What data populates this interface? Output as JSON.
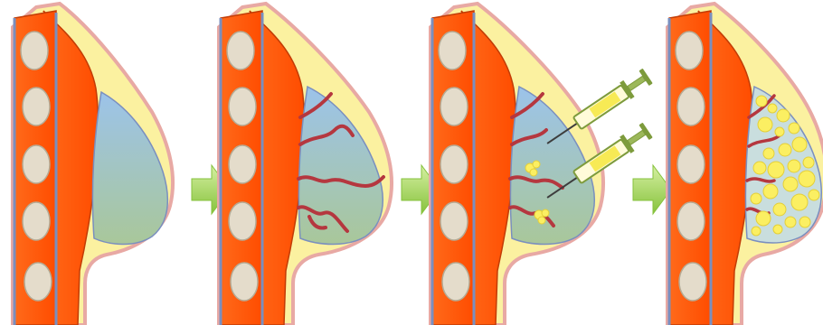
{
  "colors": {
    "background": "#ffffff",
    "skin_outline": "#e8a9a4",
    "fat_layer": "#fbf1a0",
    "fat_layer_edge": "#e7d36b",
    "muscle": "#ff5a0a",
    "muscle_edge": "#c23c06",
    "rib": "#e4dccb",
    "rib_edge": "#b5ab95",
    "chest_wall_line": "#7a8fbf",
    "expander_top": "#9cc3ea",
    "expander_bottom": "#a9c79a",
    "vessel": "#b5373f",
    "arrow_light": "#d6f0a2",
    "arrow_dark": "#86c23c",
    "syringe_barrel": "#fffbd9",
    "syringe_fill": "#f7ea55",
    "syringe_plunger": "#7d9b3c",
    "syringe_needle": "#3d3d3d",
    "fat_graft": "#fbef62",
    "fat_graft_edge": "#e4cf38"
  },
  "panels": [
    {
      "id": "panel-1",
      "stage": "expander",
      "vessels": false,
      "syringes": false,
      "grafts": false
    },
    {
      "id": "panel-2",
      "stage": "expander-with-vessels",
      "vessels": true,
      "syringes": false,
      "grafts": false
    },
    {
      "id": "panel-3",
      "stage": "fat-injection",
      "vessels": true,
      "syringes": true,
      "grafts": "few"
    },
    {
      "id": "panel-4",
      "stage": "fat-filled",
      "vessels": true,
      "syringes": false,
      "grafts": "many"
    }
  ],
  "arrows": [
    {
      "id": "arrow-1",
      "icon": "right-arrow-icon"
    },
    {
      "id": "arrow-2",
      "icon": "right-arrow-icon"
    },
    {
      "id": "arrow-3",
      "icon": "right-arrow-icon"
    }
  ]
}
